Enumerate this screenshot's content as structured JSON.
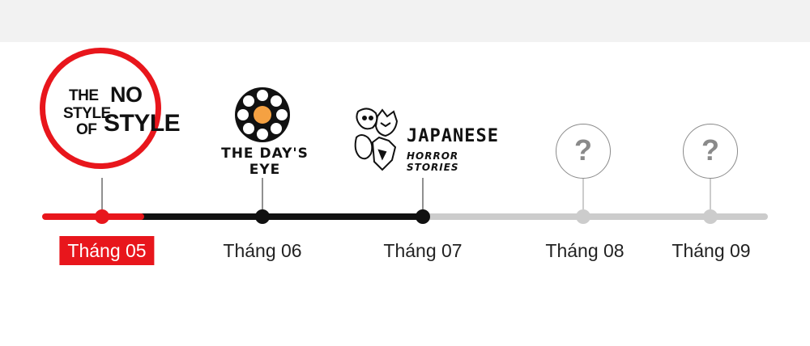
{
  "timeline": {
    "milestones": [
      {
        "label": "Tháng 05",
        "state": "active",
        "logo": "no-style-logo",
        "logo_text": [
          "THE",
          "NO",
          "STYLE",
          "OF",
          "STYLE"
        ]
      },
      {
        "label": "Tháng 06",
        "state": "done",
        "logo": "the-days-eye-logo",
        "logo_text": [
          "THE DAY'S EYE"
        ]
      },
      {
        "label": "Tháng 07",
        "state": "done",
        "logo": "japanese-horror-logo",
        "logo_text": [
          "JAPANESE",
          "HORROR STORIES"
        ]
      },
      {
        "label": "Tháng 08",
        "state": "upcoming",
        "logo": "question-icon",
        "logo_text": [
          "?"
        ]
      },
      {
        "label": "Tháng 09",
        "state": "upcoming",
        "logo": "question-icon",
        "logo_text": [
          "?"
        ]
      }
    ]
  },
  "colors": {
    "active": "#e8161c",
    "done": "#111111",
    "upcoming": "#cccccc",
    "question": "#8a8a8a",
    "band": "#f2f2f2"
  }
}
